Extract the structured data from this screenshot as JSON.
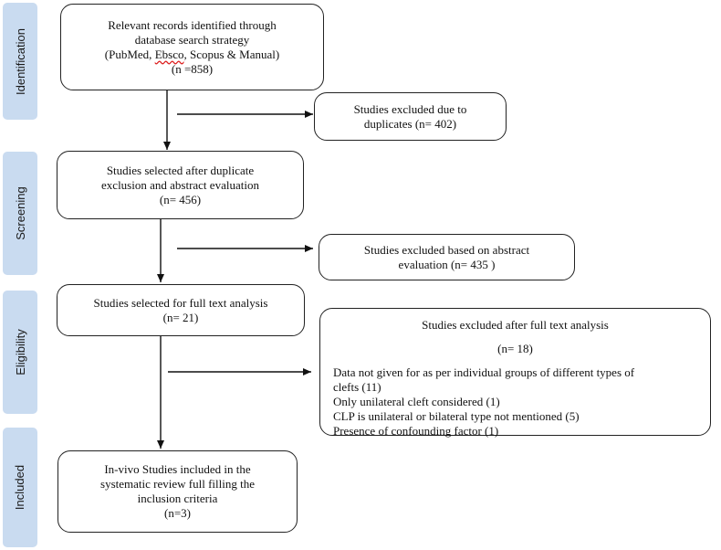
{
  "phases": {
    "identification": "Identification",
    "screening": "Screening",
    "eligibility": "Eligibility",
    "included": "Included"
  },
  "records": {
    "line1": "Relevant records identified through",
    "line2": "database search strategy",
    "line3_pre": "(PubMed, ",
    "line3_wavy": "Ebsco",
    "line3_post": ", Scopus & Manual)",
    "count": "(n =858)"
  },
  "excluded_duplicates": {
    "line1": "Studies excluded due to",
    "line2": "duplicates (n= 402)"
  },
  "screened": {
    "line1": "Studies selected after duplicate",
    "line2": "exclusion and abstract evaluation",
    "count": "(n= 456)"
  },
  "excluded_abstract": {
    "line1": "Studies excluded based on abstract",
    "line2": "evaluation (n= 435 )"
  },
  "fulltext": {
    "line1": "Studies selected for full text analysis",
    "count": "(n= 21)"
  },
  "excluded_fulltext": {
    "title": "Studies excluded after full text analysis",
    "count": "(n= 18)",
    "reasons": [
      "Data not given for as per individual groups of different types of",
      "clefts (11)",
      "Only unilateral cleft considered (1)",
      "CLP is unilateral or bilateral type not mentioned (5)",
      "Presence of confounding factor (1)"
    ]
  },
  "included": {
    "line1": "In-vivo Studies included in the",
    "line2": "systematic review full filling the",
    "line3": "inclusion criteria",
    "count": "(n=3)"
  }
}
